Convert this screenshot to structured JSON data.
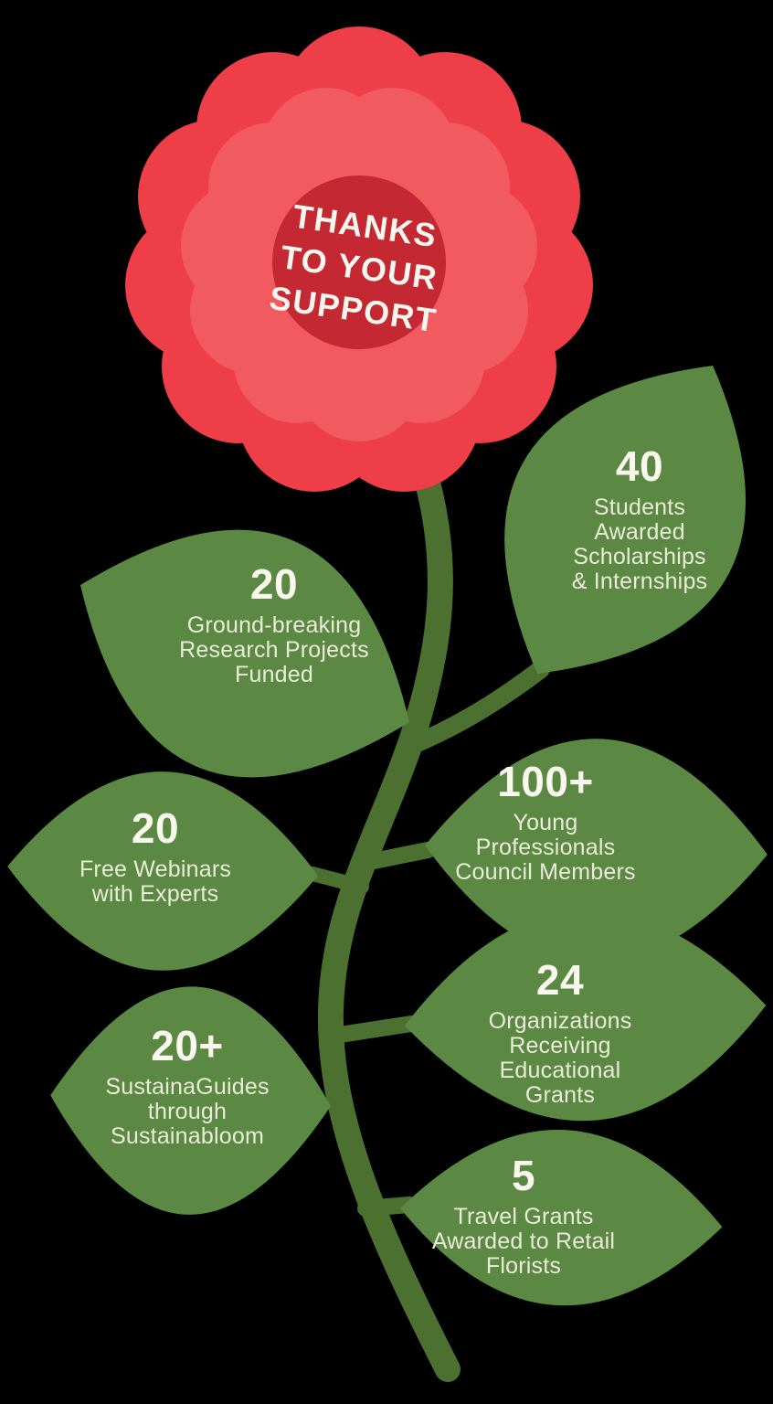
{
  "title": {
    "lines": [
      "THANKS",
      "TO YOUR",
      "SUPPORT"
    ]
  },
  "stats": [
    {
      "value": "40",
      "lines": [
        "Students",
        "Awarded",
        "Scholarships",
        "& Internships"
      ]
    },
    {
      "value": "20",
      "lines": [
        "Ground-breaking",
        "Research Projects",
        "Funded"
      ]
    },
    {
      "value": "100+",
      "lines": [
        "Young",
        "Professionals",
        "Council Members"
      ]
    },
    {
      "value": "20",
      "lines": [
        "Free Webinars",
        "with Experts"
      ]
    },
    {
      "value": "24",
      "lines": [
        "Organizations",
        "Receiving",
        "Educational",
        "Grants"
      ]
    },
    {
      "value": "20+",
      "lines": [
        "SustainaGuides",
        "through",
        "Sustainabloom"
      ]
    },
    {
      "value": "5",
      "lines": [
        "Travel Grants",
        "Awarded to Retail",
        "Florists"
      ]
    }
  ],
  "colors": {
    "background": "#000000",
    "petal_dark": "#ee3e47",
    "petal_light": "#f15a5f",
    "flower_center": "#c32833",
    "leaf": "#5b8943",
    "stem": "#4c7030",
    "text_number": "#f9f7ee",
    "text_label": "#eaecd9",
    "text_title": "#f9f6ed"
  }
}
